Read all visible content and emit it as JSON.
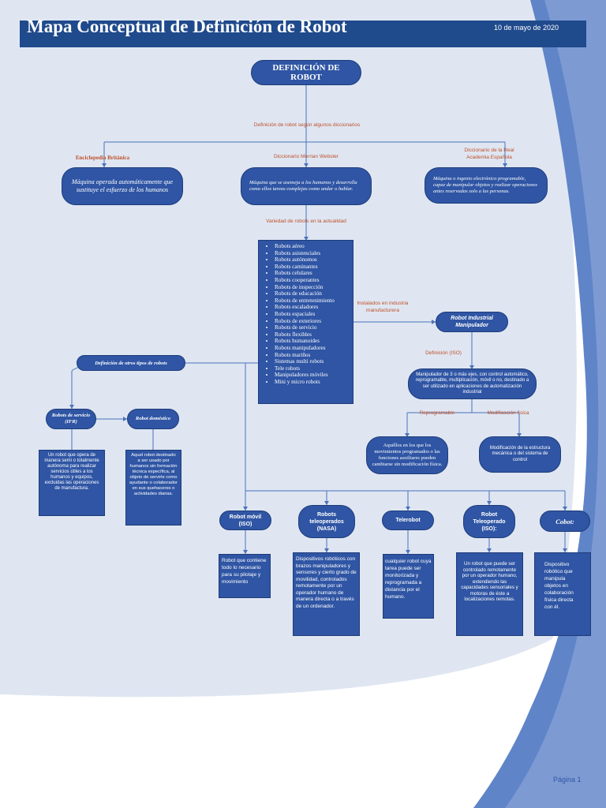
{
  "header": {
    "title": "Mapa Conceptual de Definición de Robot",
    "date": "10 de mayo de 2020"
  },
  "root": {
    "line1": "DEFINICIÓN DE",
    "line2": "ROBOT"
  },
  "labels": {
    "dictionaries": "Definición de robot según algunos diccionarios",
    "variety": "Variedad de robots en la actualidad",
    "installed": "Instalados en industria manufacturera",
    "iso_def": "Definición (ISO)",
    "reprogramable": "Reprogramable",
    "modificacion": "Modificación física"
  },
  "dictionaries": [
    {
      "name": "Enciclopedia Británica",
      "definition": "Máquina operada automáticamente que sustituye el esfuerzo de los humanos"
    },
    {
      "name": "Diccionario Merrian Webster",
      "definition": "Máquina que se asemeja a los humanos y desarrolla como ellos tareas complejas como andar o hablar."
    },
    {
      "name": "Diccionario de la Real Academia Española",
      "definition": "Máquina o ingenio electrónico programable, capaz de manipular objetos y realizar operaciones antes reservadas solo a las personas."
    }
  ],
  "robot_types": [
    "Robots aéreo",
    "Robots asistenciales",
    "Robots autónomos",
    "Robots caminantes",
    "Robots celulares",
    "Robots cooperantes",
    "Robots de inspección",
    "Robots de educación",
    "Robots de entretenimiento",
    "Robots escaladores",
    "Robots espaciales",
    "Robots de exteriores",
    "Robots de servicio",
    "Robots flexibles",
    "Robots humanoides",
    "Robots manipuladores",
    "Robots mariños",
    "Sistemas multi robots",
    "Tele robots",
    "Manipuladores móviles",
    "Mini y micro robots"
  ],
  "industrial": {
    "title": "Robot Industrial Manipulador",
    "definition": "Manipulador de 3 o más ejes, con control automático, reprogramable, multiplicación, móvil o no, destinado a ser utilizado en aplicaciones de automatización industrial",
    "reprogramable_text": "Aquéllos en los que los movimientos programados o las funciones auxiliares pueden cambiarse sin modificación física.",
    "modificacion_text": "Modificación de la estructura mecánica o del sistema de control"
  },
  "other_types": {
    "title": "Definición de otros tipos de robots",
    "servicio": {
      "title": "Robots de servicio (IFR)",
      "text": "Un robot que opera de manera semi o totalmente autónoma para realizar servicios útiles a los humanos y equipos, excluidas las operaciones de manufactura."
    },
    "domestico": {
      "title": "Robot doméstico",
      "text": "Aquel robot destinado a ser usado por humanos sin formación técnica específica, al objeto de servirle como ayudante o colaborador en sus quehaceres o actividades diarias."
    }
  },
  "bottom": [
    {
      "title": "Robot móvil (ISO)",
      "text": "Robot que contiene todo lo necesario para su pilotaje y movimiento"
    },
    {
      "title": "Robots teleoperados (NASA)",
      "text": "Dispositivos robóticos con brazos manipuladores y sensores y cierto grado de movilidad, controlados remotamente por un operador humano de manera directa o a través de un ordenador."
    },
    {
      "title": "Telerobot",
      "text": "cualquier robot cuya tarea puede ser monitorizada y reprogramada a distancia por el humano."
    },
    {
      "title": "Robot Teleoperado (ISO):",
      "text": "Un robot que puede ser controlado remotamente por un operador humano, extendiendo las capacidades sensoriales y motoras de éste a localizaciones remotas."
    },
    {
      "title": "Cobot:",
      "text": "Dispositivo robótico que manipula objetos en colaboración física directa con él."
    }
  ],
  "footer": {
    "page": "Página 1"
  },
  "colors": {
    "node": "#2f55a4",
    "line": "#4a73b8",
    "label": "#c0502a",
    "background": "#dfe6f2"
  }
}
